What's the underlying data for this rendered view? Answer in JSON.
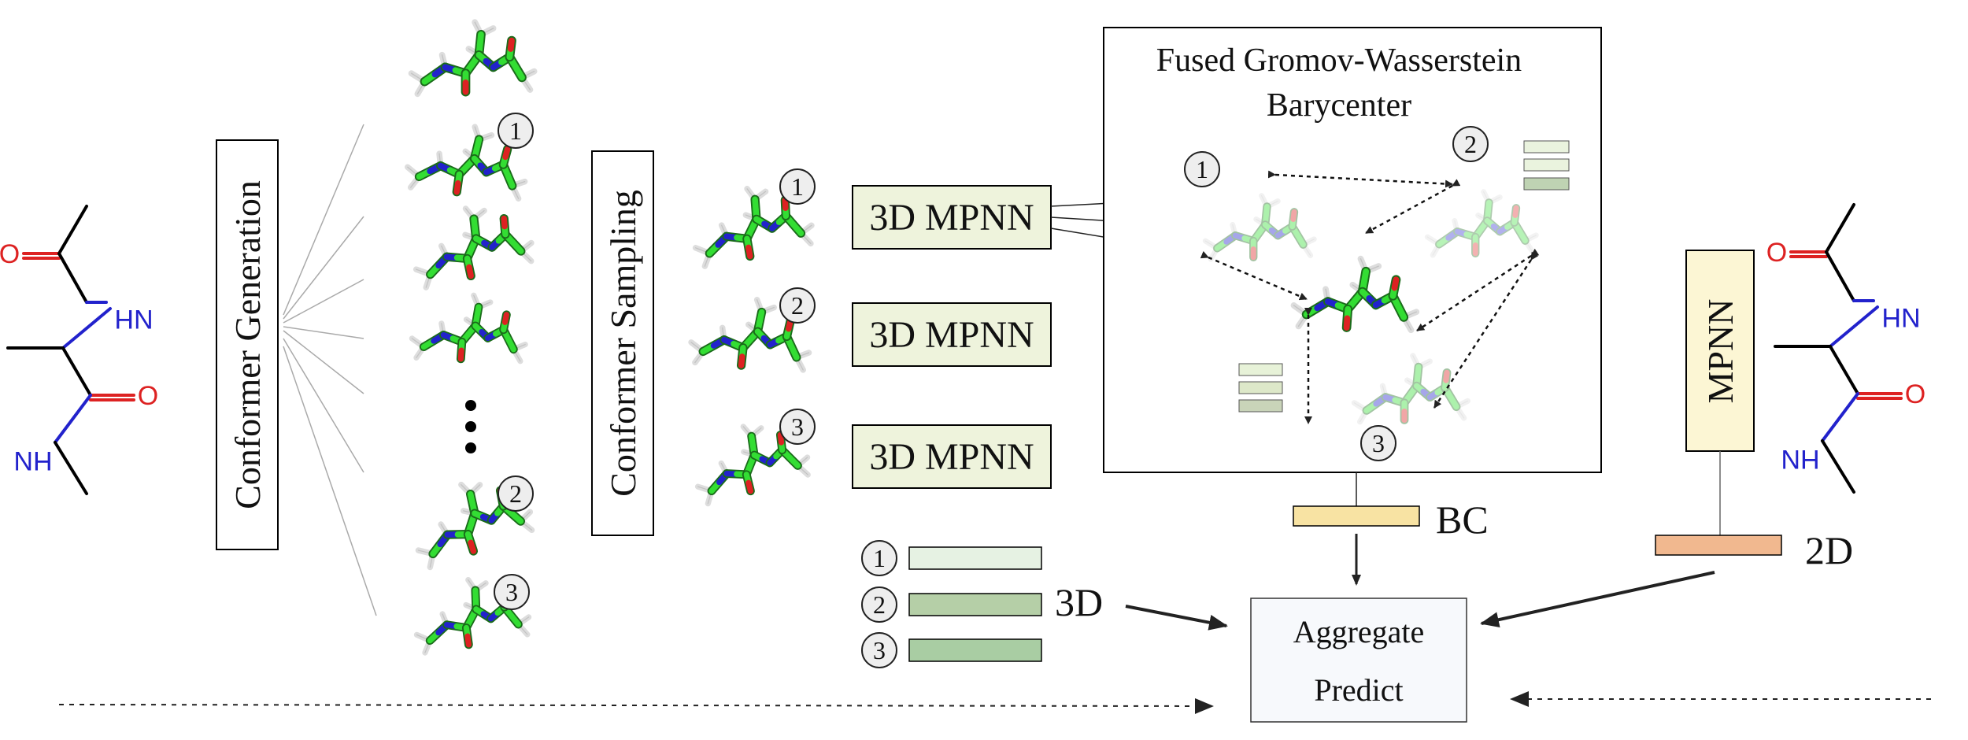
{
  "labels": {
    "conformer_generation": "Conformer Generation",
    "conformer_sampling": "Conformer Sampling",
    "mpnn_3d": "3D MPNN",
    "mpnn": "MPNN",
    "fgw_line1": "Fused Gromov-Wasserstein",
    "fgw_line2": "Barycenter",
    "bc": "BC",
    "d3": "3D",
    "d2": "2D",
    "aggregate": "Aggregate",
    "predict": "Predict",
    "ellipsis": "⋮"
  },
  "numbers": [
    "1",
    "2",
    "3"
  ],
  "atoms": {
    "oxygen": "O",
    "nh": "NH",
    "hn": "HN"
  },
  "colors": {
    "carbon": "#33dd33",
    "nitrogen": "#2222cc",
    "oxygen": "#dd2222",
    "hydrogen": "#dddddd",
    "mpnn_box": "#eef3dc",
    "mpnn2d_box": "#fcf6d4",
    "bc_bar": "#f8e3a3",
    "bar_2d": "#f1b88f",
    "emb_light": "#e6f2e3",
    "emb_mid": "#b5cfa7",
    "emb_dark": "#a9cda3",
    "aggregate_box": "#f7f9fc"
  }
}
